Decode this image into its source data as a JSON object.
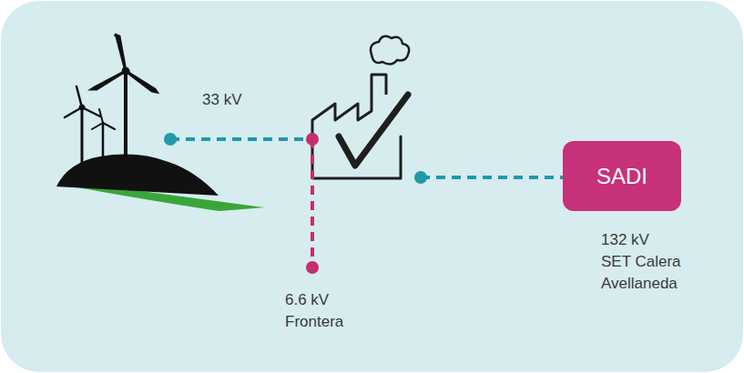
{
  "diagram": {
    "nodes": [
      {
        "text": [
          "SADI"
        ]
      }
    ],
    "labels": [
      "33 kV",
      "6.6 kV Frontera",
      "132 kV SET Calera Avellaneda"
    ]
  }
}
